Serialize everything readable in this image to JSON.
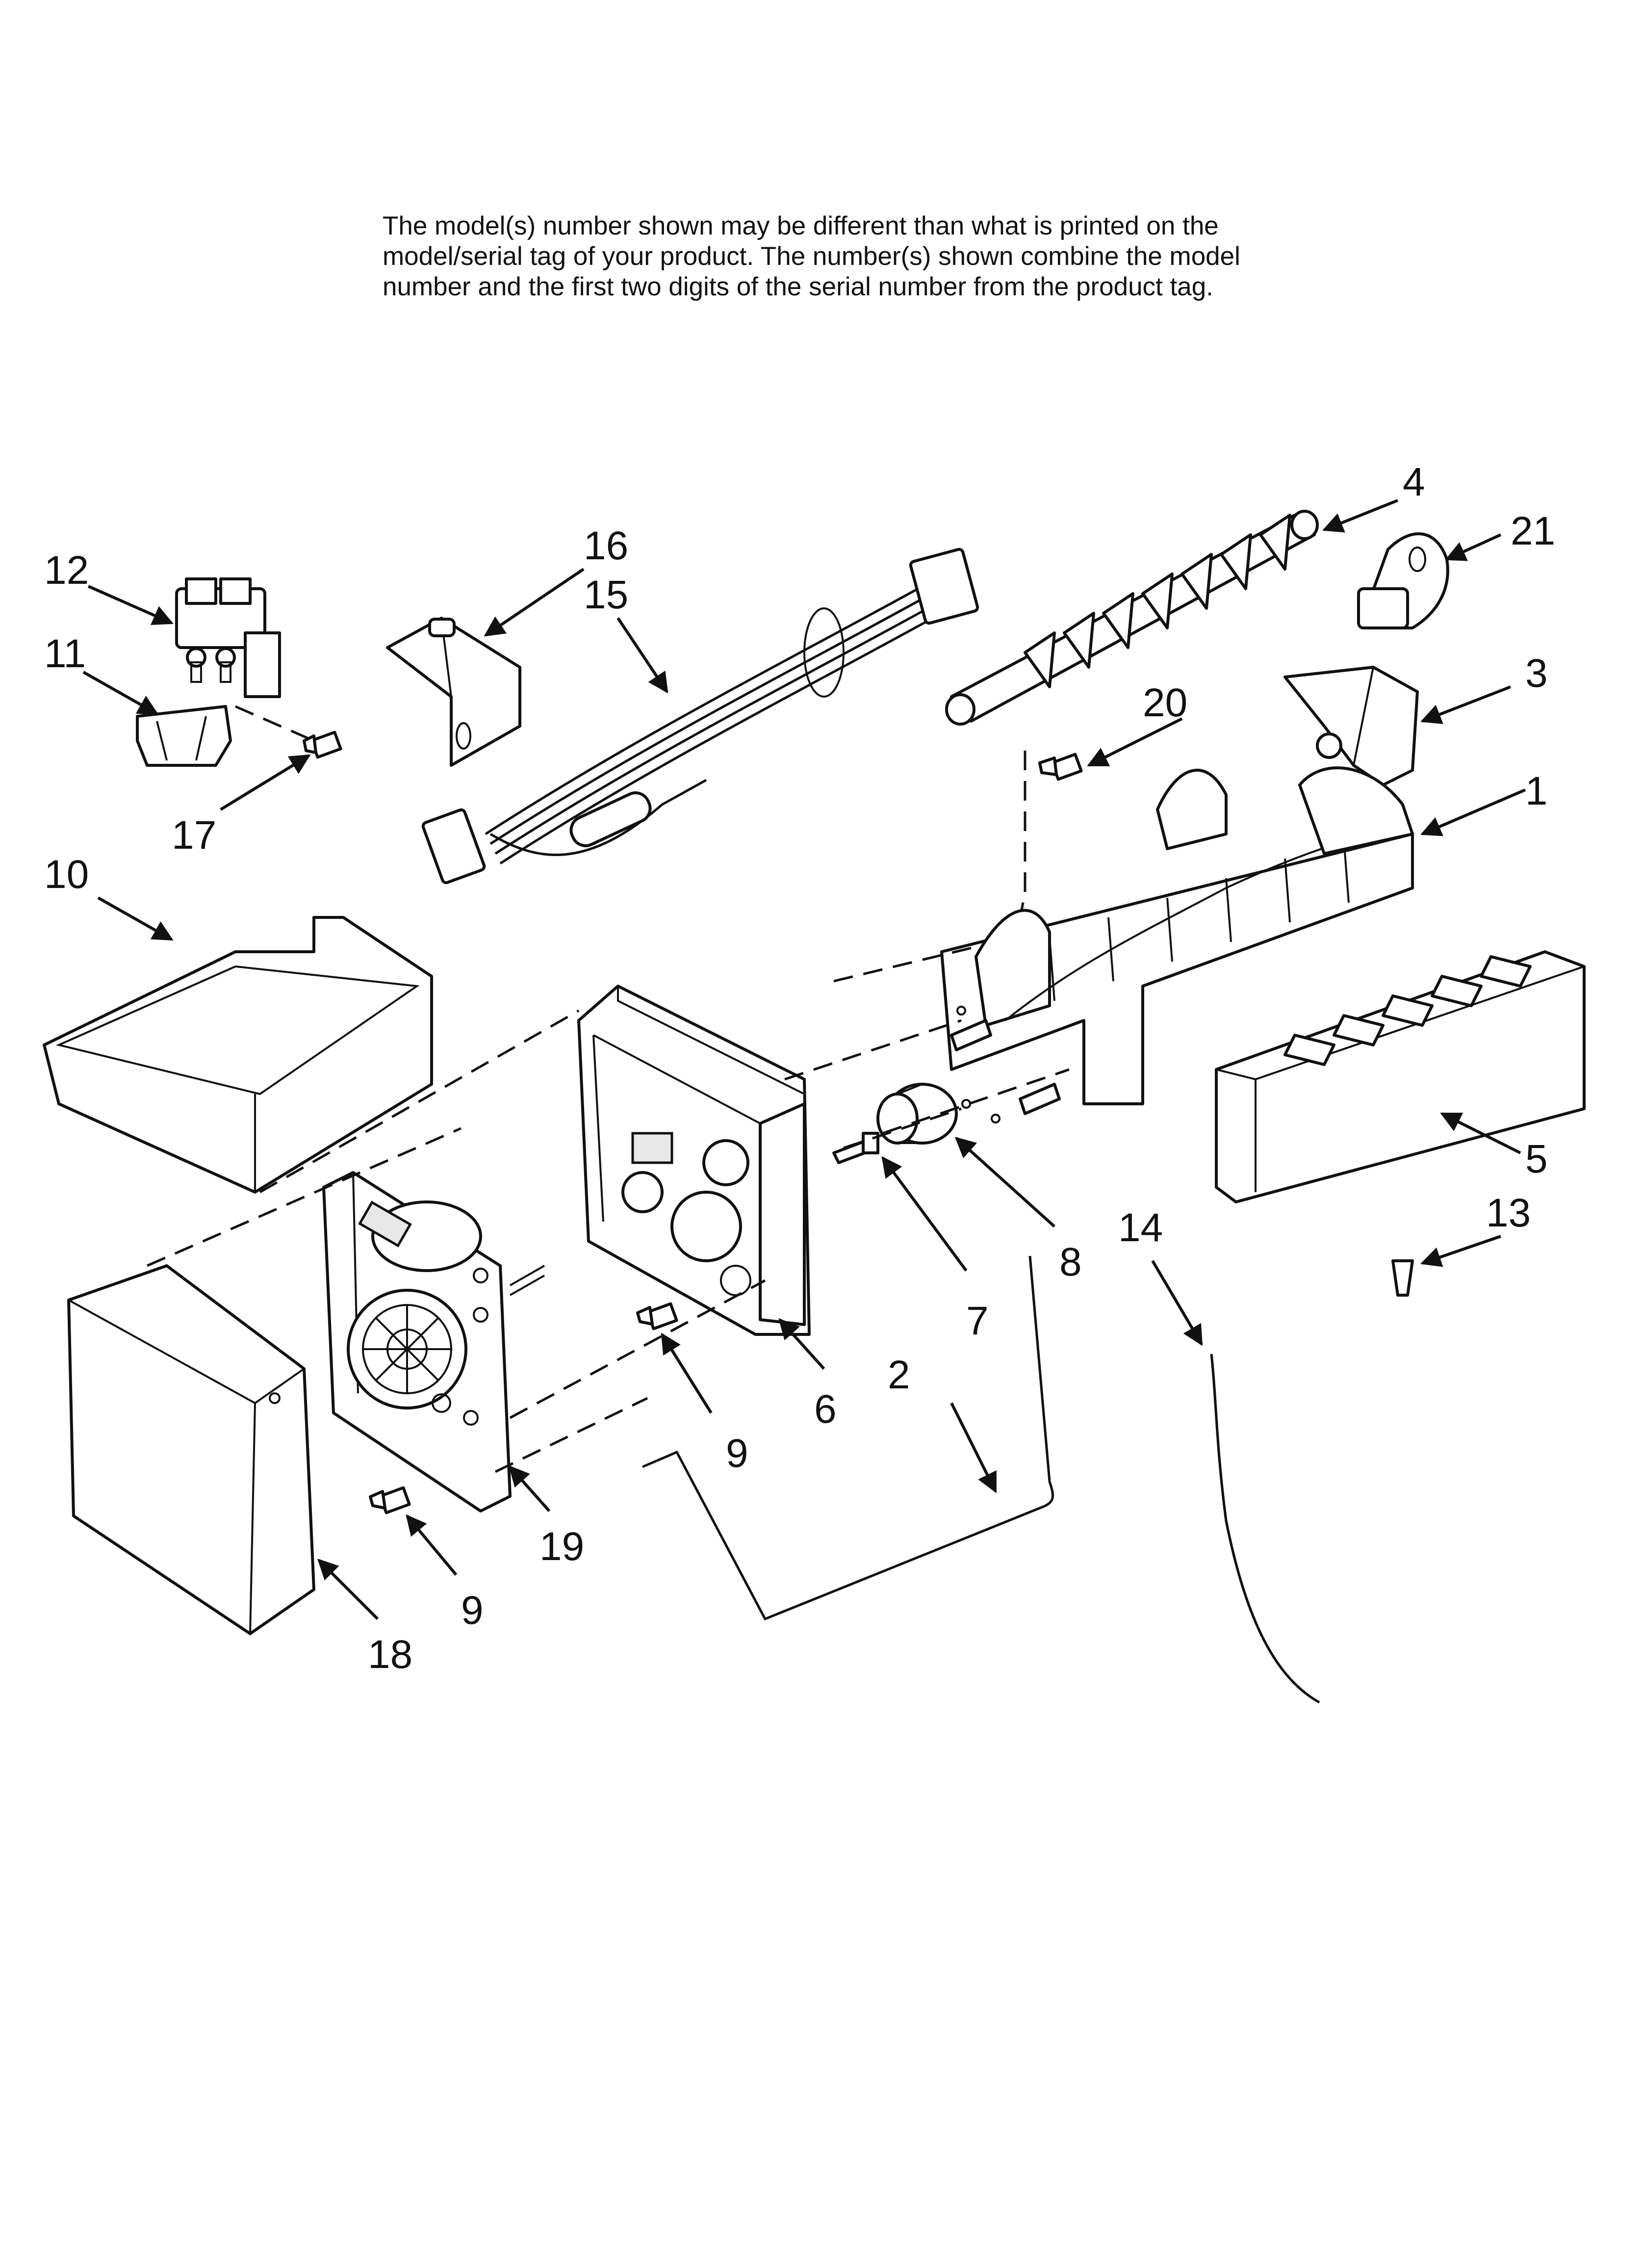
{
  "note": {
    "line1": "The model(s) number shown may be different than what is printed on the",
    "line2": "model/serial tag of your product. The number(s) shown combine the model",
    "line3": "number and the first two digits of the serial number from the product tag."
  },
  "labels": {
    "p1": "1",
    "p2": "2",
    "p3": "3",
    "p4": "4",
    "p5": "5",
    "p6": "6",
    "p7": "7",
    "p8": "8",
    "p9a": "9",
    "p9b": "9",
    "p10": "10",
    "p11": "11",
    "p12": "12",
    "p13": "13",
    "p14": "14",
    "p15": "15",
    "p16": "16",
    "p17": "17",
    "p18": "18",
    "p19": "19",
    "p20": "20",
    "p21": "21"
  }
}
